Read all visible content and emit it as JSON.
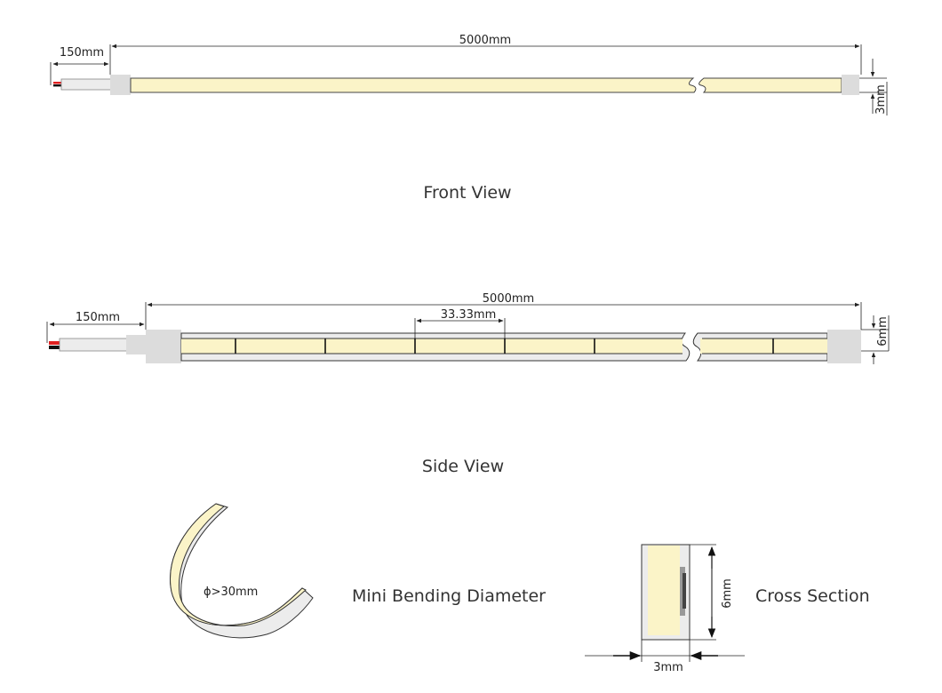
{
  "front_view": {
    "lead_length": "150mm",
    "total_length": "5000mm",
    "height": "3mm",
    "caption": "Front View"
  },
  "side_view": {
    "lead_length": "150mm",
    "total_length": "5000mm",
    "cut_unit": "33.33mm",
    "height": "6mm",
    "caption": "Side View"
  },
  "bending": {
    "diameter_label": "ϕ>30mm",
    "caption": "Mini Bending Diameter"
  },
  "cross_section": {
    "height": "6mm",
    "width": "3mm",
    "caption": "Cross Section"
  },
  "colors": {
    "led": "#fbf4c8",
    "led_edge": "#d8cc80",
    "cap": "#dcdcdc",
    "body": "#ececec",
    "wire_red": "#e02020",
    "wire_black": "#111111"
  }
}
